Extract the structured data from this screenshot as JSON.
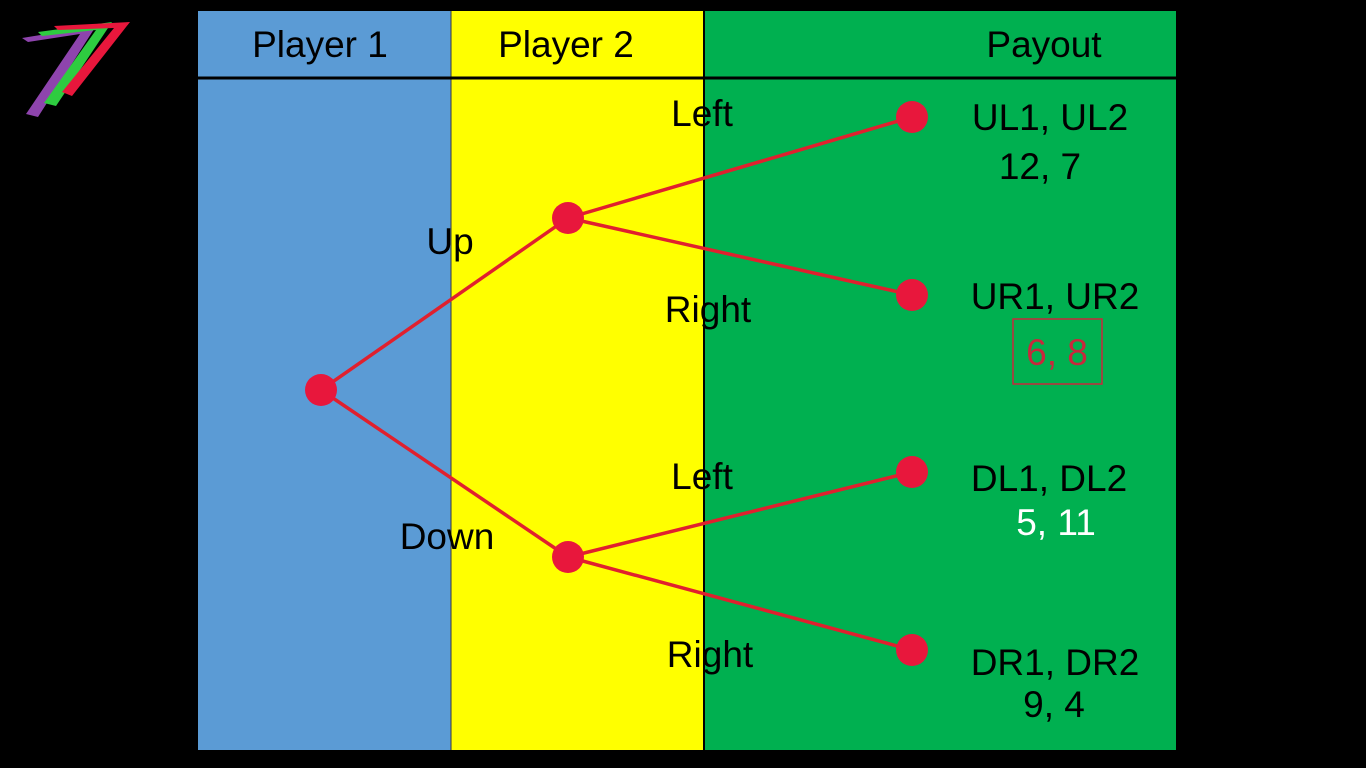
{
  "columns": {
    "player1": "Player 1",
    "player2": "Player 2",
    "payout": "Payout"
  },
  "moves": {
    "up": "Up",
    "down": "Down",
    "up_left": "Left",
    "up_right": "Right",
    "down_left": "Left",
    "down_right": "Right"
  },
  "payouts": {
    "ul": {
      "label": "UL1, UL2",
      "value": "12, 7"
    },
    "ur": {
      "label": "UR1, UR2",
      "value": "6, 8"
    },
    "dl": {
      "label": "DL1, DL2",
      "value": "5, 11"
    },
    "dr": {
      "label": "DR1, DR2",
      "value": "9, 4"
    }
  },
  "highlighted_outcome": "ur",
  "colors": {
    "background": "#000000",
    "player1_column": "#5b9bd5",
    "player2_column": "#ffff00",
    "payout_column": "#00b050",
    "tree_lines": "#e0202e",
    "nodes": "#e8173c",
    "highlight": "#c8283c",
    "text": "#000000",
    "value_text_alt": "#ffffff"
  },
  "logo": {
    "icon": "seven-stripes-logo",
    "colors": [
      "#8e44ad",
      "#2ecc40",
      "#e8173c"
    ]
  }
}
